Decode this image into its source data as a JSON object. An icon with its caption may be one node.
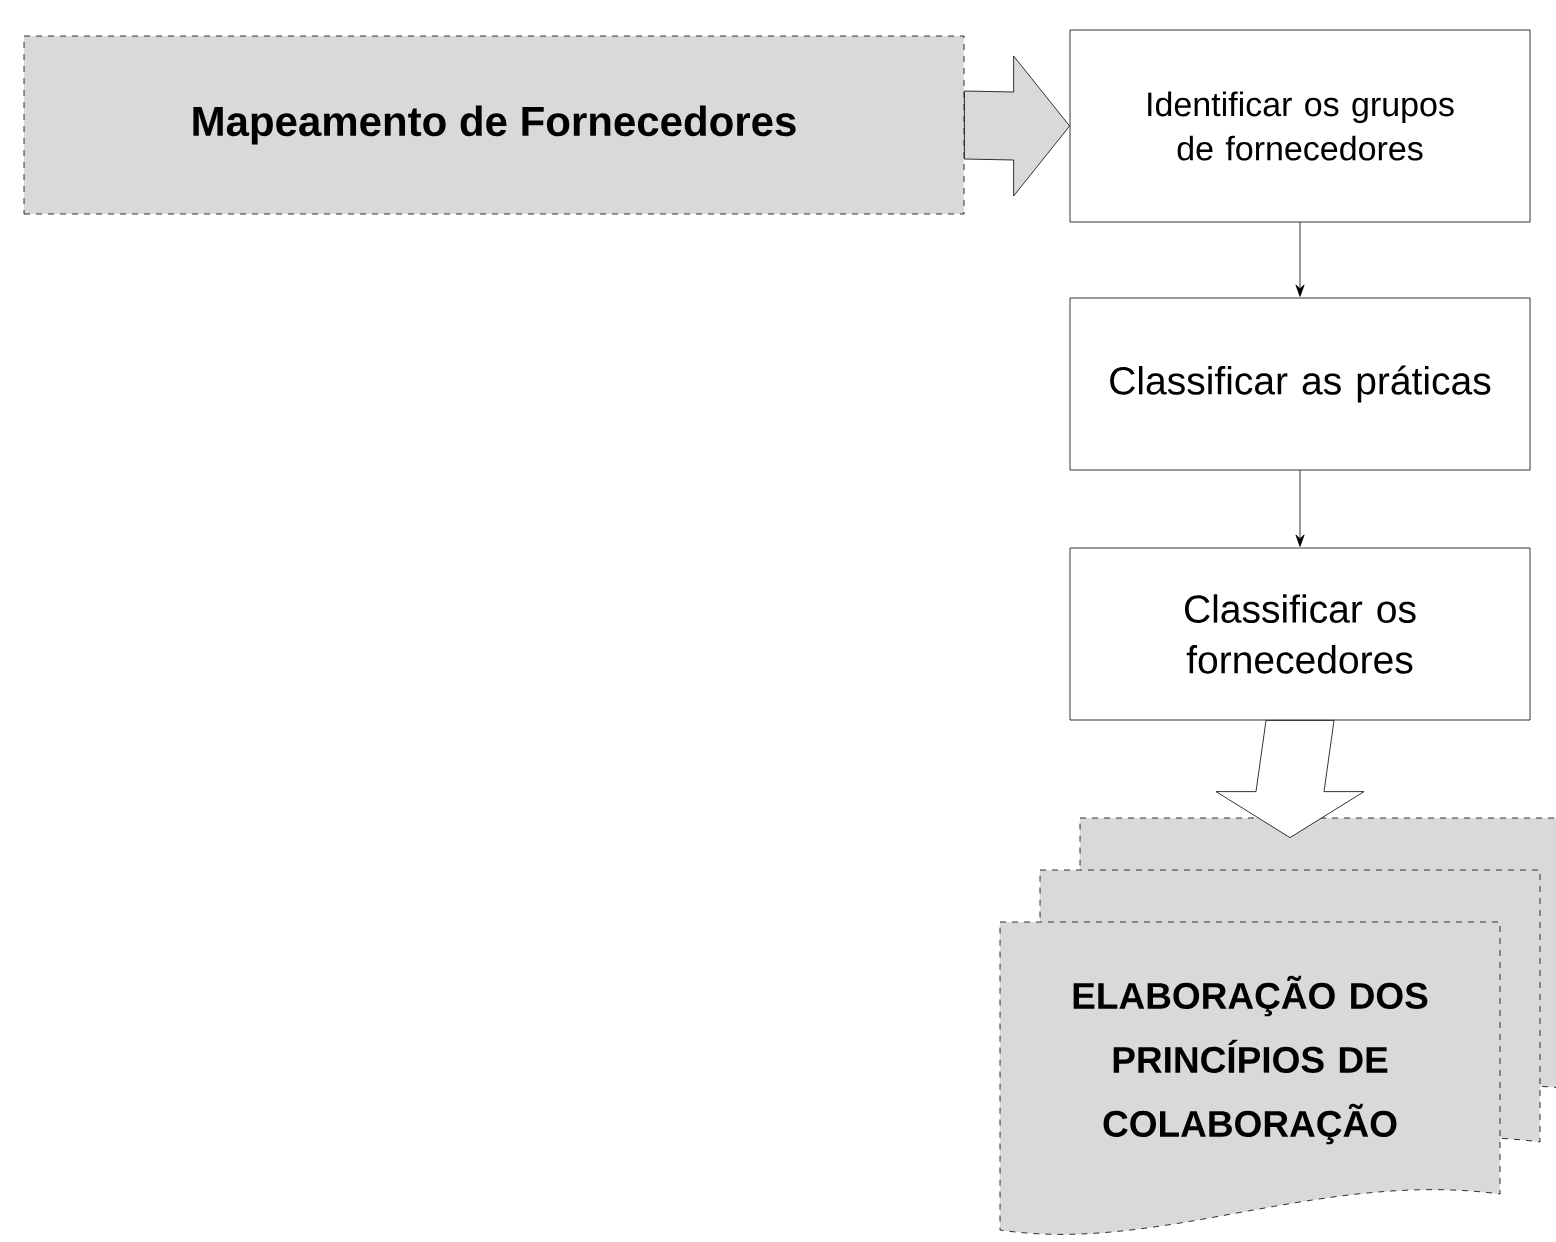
{
  "diagram": {
    "nodes": [
      {
        "text": [
          "Mapeamento de Fornecedores"
        ]
      },
      {
        "text": [
          "Identificar os grupos de fornecedores"
        ]
      },
      {
        "text": [
          "Classificar as práticas"
        ]
      },
      {
        "text": [
          "Classificar os fornecedores"
        ]
      },
      {
        "text": [
          "ELABORAÇÃO DOS PRINCÍPIOS DE COLABORAÇÃO"
        ]
      }
    ],
    "edges": [
      {
        "from": 0,
        "to": 1,
        "arrow": "to",
        "style": "thick"
      },
      {
        "from": 1,
        "to": 2,
        "arrow": "to"
      },
      {
        "from": 2,
        "to": 3,
        "arrow": "to"
      },
      {
        "from": 3,
        "to": 4,
        "arrow": "to",
        "style": "thick"
      }
    ]
  }
}
